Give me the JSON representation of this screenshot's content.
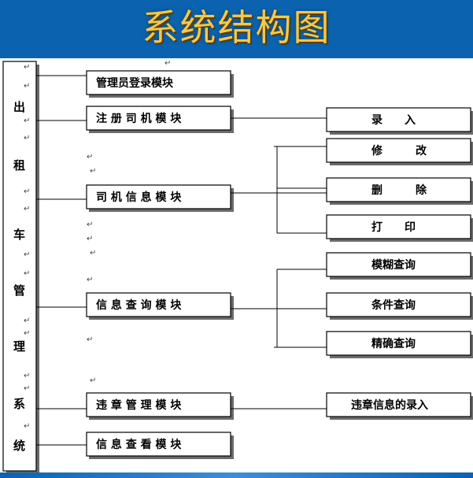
{
  "title": "系统结构图",
  "colors": {
    "background": "#0b63b0",
    "title": "#f2c94c",
    "canvas": "#ffffff",
    "box_border": "#000000"
  },
  "root": {
    "chars": [
      "出",
      "租",
      "车",
      "管",
      "理",
      "系",
      "统"
    ]
  },
  "modules": [
    {
      "label": "管理员登录模块"
    },
    {
      "label": "注 册 司 机 模 块"
    },
    {
      "label": "司 机 信 息 模 块"
    },
    {
      "label": "信 息 查 询 模 块"
    },
    {
      "label": "违 章 管 理 模 块"
    },
    {
      "label": "信 息 查 看 模 块"
    }
  ],
  "submodules": [
    {
      "label": "录　　入"
    },
    {
      "label": "修　　　改"
    },
    {
      "label": "删　　　除"
    },
    {
      "label": "打　　印"
    },
    {
      "label": "模糊查询"
    },
    {
      "label": "条件查询"
    },
    {
      "label": "精确查询"
    },
    {
      "label": "违章信息的录入"
    }
  ],
  "paragraph_mark": "↵"
}
